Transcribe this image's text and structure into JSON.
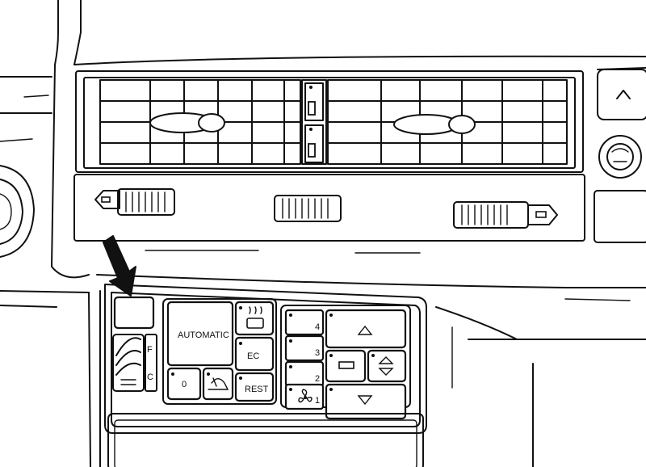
{
  "panel": {
    "automatic": "AUTOMATIC",
    "ec": "EC",
    "zero": "0",
    "rest": "REST",
    "f": "F",
    "c": "C",
    "fan_speeds": [
      "4",
      "3",
      "2",
      "1"
    ]
  },
  "icons": {
    "defrost": "rear-defrost-icon",
    "recirc": "recirculation-icon",
    "fan": "fan-icon",
    "up": "arrow-up-icon",
    "down": "arrow-down-icon",
    "updown": "up-down-arrows-icon",
    "mid": "center-vent-icon",
    "arrow": "callout-arrow-icon"
  }
}
